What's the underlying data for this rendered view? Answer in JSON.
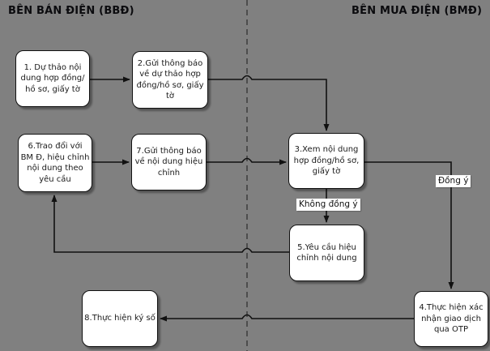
{
  "diagram": {
    "lanes": {
      "seller": "BÊN BÁN ĐIỆN (BBĐ)",
      "buyer": "BÊN MUA ĐIỆN (BMĐ)"
    },
    "nodes": {
      "n1": "1. Dự thảo nội\ndung hợp đồng/\nhồ sơ, giấy tờ",
      "n2": "2.Gửi thông báo\nvề dự thảo hợp\nđồng/hồ sơ, giấy\ntờ",
      "n3": "3.Xem nội dung\nhợp đồng/hồ sơ,\ngiấy tờ",
      "n4": "4.Thực hiện xác\nnhận giao dịch\nqua OTP",
      "n5": "5.Yêu cầu hiệu\nchỉnh nội dung",
      "n6": "6.Trao đổi với\nBM Đ, hiệu chỉnh\nnội dung theo\nyêu cầu",
      "n7": "7.Gửi thông báo\nvề nội dung hiệu\nchỉnh",
      "n8": "8.Thực hiện ký số"
    },
    "edge_labels": {
      "agree": "Đồng ý",
      "disagree": "Không đồng ý"
    },
    "colors": {
      "background": "#808080",
      "node_fill": "#ffffff",
      "node_border": "#111111",
      "arrow": "#111111",
      "divider": "#4d4d4d"
    }
  }
}
